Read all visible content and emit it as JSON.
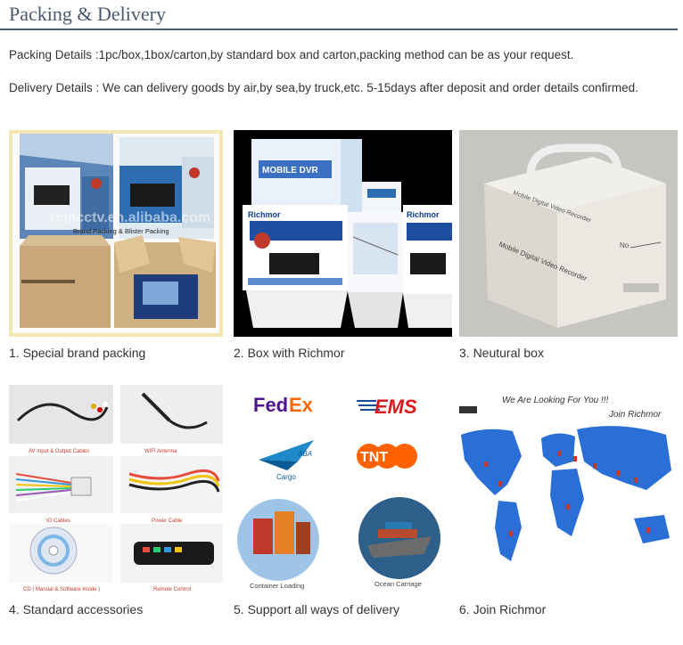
{
  "section": {
    "title": "Packing & Delivery"
  },
  "packing": {
    "label": "Packing Details",
    "text": ":1pc/box,1box/carton,by standard box and carton,packing method can be as your request."
  },
  "delivery": {
    "label": "Delivery Details :",
    "text": "We can delivery goods by air,by sea,by truck,etc. 5-15days after deposit and order details confirmed."
  },
  "images": {
    "brand_packing": {
      "watermark": "rcmcctv.en.alibaba.com",
      "caption_overlay": "Brand Packing &  Blister Packing"
    },
    "richmor_box": {
      "brand": "Richmor",
      "product": "MOBILE DVR"
    },
    "neutral_box": {
      "print": "Mobile Digital Video Recorder",
      "no_label": "No"
    },
    "accessories": {
      "av": "AV Input & Output Cables",
      "wifi": "WIFI Antenna",
      "io": "IO Cables",
      "power": "Power Cable",
      "cd": "CD ( Manual & Software Inside )",
      "remote": "Remote Control"
    },
    "delivery": {
      "fedex_fed": "Fed",
      "fedex_ex": "Ex",
      "ems": "EMS",
      "aba": "ABA",
      "cargo": "Cargo",
      "tnt": "TNT",
      "container": "Container Loading",
      "ocean": "Ocean Carriage"
    },
    "join": {
      "headline": "We Are Looking For You !!!",
      "sub": "Join Richmor"
    }
  },
  "captions": [
    "1. Special brand packing",
    "2. Box with Richmor",
    "3. Neutural box",
    "4. Standard  accessories",
    "5. Support all ways of delivery",
    "6. Join Richmor"
  ],
  "colors": {
    "title": "#4a5a6e",
    "fedex_purple": "#4d148c",
    "fedex_orange": "#ff6600",
    "ems_red": "#d71920",
    "tnt_orange": "#ff6200",
    "map_blue": "#2a6fd6"
  }
}
